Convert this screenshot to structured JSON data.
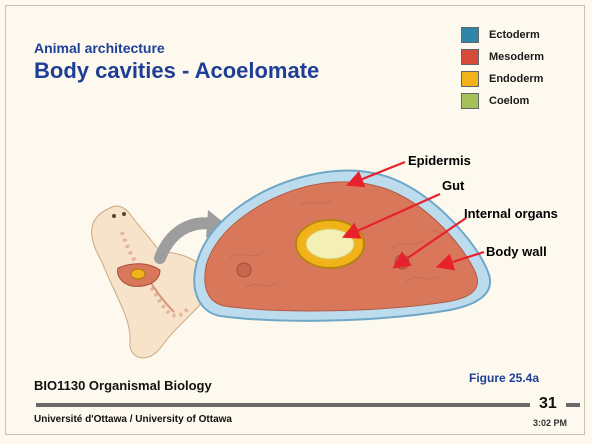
{
  "slide": {
    "subtitle": "Animal architecture",
    "title": "Body cavities - Acoelomate"
  },
  "legend": {
    "items": [
      {
        "label": "Ectoderm",
        "color": "#2f86a8"
      },
      {
        "label": "Mesoderm",
        "color": "#d64a3b"
      },
      {
        "label": "Endoderm",
        "color": "#f2b21a"
      },
      {
        "label": "Coelom",
        "color": "#a6c15a"
      }
    ]
  },
  "figure": {
    "labels": {
      "epidermis": "Epidermis",
      "gut": "Gut",
      "internal_organs": "Internal organs",
      "body_wall": "Body wall"
    },
    "colors": {
      "ectoderm": "#8fc3e0",
      "mesoderm": "#d9775a",
      "endoderm": "#f2b21a",
      "arrow": "#e8222c"
    }
  },
  "footer": {
    "course": "BIO1130 Organismal Biology",
    "figure_ref": "Figure 25.4a",
    "page_number": "31",
    "university": "Université d'Ottawa / University of Ottawa",
    "time": "3:02 PM"
  }
}
